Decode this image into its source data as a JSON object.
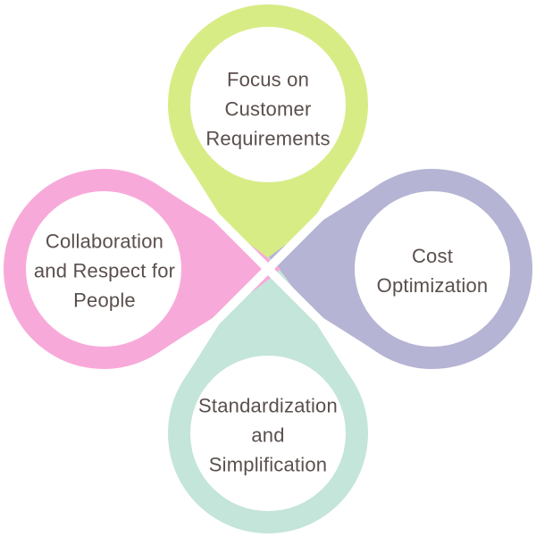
{
  "diagram": {
    "background_color": "#ffffff",
    "text_color": "#5a4f4c",
    "gap_color": "#ffffff",
    "inner_circle_color": "#ffffff",
    "petals": [
      {
        "position": "top",
        "color": "#d8ec86",
        "lines": [
          "Focus on",
          "Customer",
          "Requirements"
        ]
      },
      {
        "position": "right",
        "color": "#b5b4d4",
        "lines": [
          "Cost",
          "Optimization",
          ""
        ]
      },
      {
        "position": "bottom",
        "color": "#c4e5d9",
        "lines": [
          "Standardization",
          "and",
          "Simplification"
        ]
      },
      {
        "position": "left",
        "color": "#f7aad9",
        "lines": [
          "Collaboration",
          "and Respect for",
          "People"
        ]
      }
    ]
  }
}
